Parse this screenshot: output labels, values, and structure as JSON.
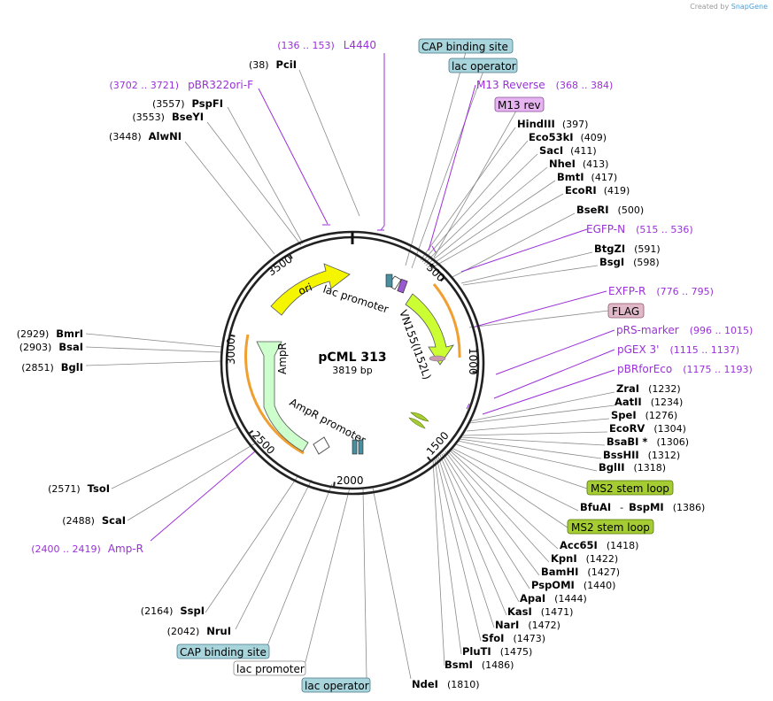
{
  "watermark": {
    "prefix": "Created by",
    "brand": "SnapGene"
  },
  "plasmid": {
    "name": "pCML 313",
    "length_label": "3819 bp"
  },
  "ticks": [
    "500",
    "1000",
    "1500",
    "2000",
    "2500",
    "3000",
    "3500"
  ],
  "features": {
    "ori": "ori",
    "lac_promoter": "lac promoter",
    "vn155": "VN155(I152L)",
    "ampr": "AmpR",
    "ampr_promoter": "AmpR promoter"
  },
  "sites": {
    "pcil": {
      "name": "PciI",
      "pos": "(38)"
    },
    "pspfi": {
      "name": "PspFI",
      "pos": "(3557)"
    },
    "bseyi": {
      "name": "BseYI",
      "pos": "(3553)"
    },
    "alwni": {
      "name": "AlwNI",
      "pos": "(3448)"
    },
    "hindiii": {
      "name": "HindIII",
      "pos": "(397)"
    },
    "eco53ki": {
      "name": "Eco53kI",
      "pos": "(409)"
    },
    "saci": {
      "name": "SacI",
      "pos": "(411)"
    },
    "nhei": {
      "name": "NheI",
      "pos": "(413)"
    },
    "bmti": {
      "name": "BmtI",
      "pos": "(417)"
    },
    "ecori": {
      "name": "EcoRI",
      "pos": "(419)"
    },
    "bseri": {
      "name": "BseRI",
      "pos": "(500)"
    },
    "btgzi": {
      "name": "BtgZI",
      "pos": "(591)"
    },
    "bsgi": {
      "name": "BsgI",
      "pos": "(598)"
    },
    "zrai": {
      "name": "ZraI",
      "pos": "(1232)"
    },
    "aatii": {
      "name": "AatII",
      "pos": "(1234)"
    },
    "spei": {
      "name": "SpeI",
      "pos": "(1276)"
    },
    "ecorv": {
      "name": "EcoRV",
      "pos": "(1304)"
    },
    "bsabi": {
      "name": "BsaBI *",
      "pos": "(1306)"
    },
    "bsshii": {
      "name": "BssHII",
      "pos": "(1312)"
    },
    "bglii": {
      "name": "BglII",
      "pos": "(1318)"
    },
    "bfuai": {
      "name": "BfuAI",
      "sep": "-",
      "name2": "BspMI",
      "pos": "(1386)"
    },
    "acc65i": {
      "name": "Acc65I",
      "pos": "(1418)"
    },
    "kpni": {
      "name": "KpnI",
      "pos": "(1422)"
    },
    "bamhi": {
      "name": "BamHI",
      "pos": "(1427)"
    },
    "pspomi": {
      "name": "PspOMI",
      "pos": "(1440)"
    },
    "apai": {
      "name": "ApaI",
      "pos": "(1444)"
    },
    "kasi": {
      "name": "KasI",
      "pos": "(1471)"
    },
    "nari": {
      "name": "NarI",
      "pos": "(1472)"
    },
    "sfoi": {
      "name": "SfoI",
      "pos": "(1473)"
    },
    "pluti": {
      "name": "PluTI",
      "pos": "(1475)"
    },
    "bsmi": {
      "name": "BsmI",
      "pos": "(1486)"
    },
    "ndei": {
      "name": "NdeI",
      "pos": "(1810)"
    },
    "nrui": {
      "name": "NruI",
      "pos": "(2042)"
    },
    "sspi": {
      "name": "SspI",
      "pos": "(2164)"
    },
    "scai": {
      "name": "ScaI",
      "pos": "(2488)"
    },
    "tsoi": {
      "name": "TsoI",
      "pos": "(2571)"
    },
    "bgli": {
      "name": "BglI",
      "pos": "(2851)"
    },
    "bsai": {
      "name": "BsaI",
      "pos": "(2903)"
    },
    "bmri": {
      "name": "BmrI",
      "pos": "(2929)"
    }
  },
  "primers": {
    "l4440": {
      "name": "L4440",
      "pos": "(136 .. 153)"
    },
    "pbr322ori": {
      "name": "pBR322ori-F",
      "pos": "(3702 .. 3721)"
    },
    "m13rev": {
      "name": "M13 Reverse",
      "pos": "(368 .. 384)"
    },
    "egfpn": {
      "name": "EGFP-N",
      "pos": "(515 .. 536)"
    },
    "exfpr": {
      "name": "EXFP-R",
      "pos": "(776 .. 795)"
    },
    "prsmarker": {
      "name": "pRS-marker",
      "pos": "(996 .. 1015)"
    },
    "pgex3": {
      "name": "pGEX 3'",
      "pos": "(1115 .. 1137)"
    },
    "pbrforeco": {
      "name": "pBRforEco",
      "pos": "(1175 .. 1193)"
    },
    "ampr": {
      "name": "Amp-R",
      "pos": "(2400 .. 2419)"
    }
  },
  "boxes": {
    "cap_top": "CAP binding site",
    "lacop_top": "lac operator",
    "m13rev": "M13 rev",
    "flag": "FLAG",
    "ms2_1": "MS2 stem loop",
    "ms2_2": "MS2 stem loop",
    "cap_bottom": "CAP binding site",
    "lacprom_bottom": "lac promoter",
    "lacop_bottom": "lac operator"
  },
  "colors": {
    "primer": "#9b30d9",
    "ori": "#f5f500",
    "vn155": "#ccff33",
    "ampr": "#ccffcc",
    "highlight": "#f0a030",
    "cap_box": "#a8d4dc",
    "m13_box": "#e6b4f0",
    "flag_box": "#e0b8c8",
    "ms2_box": "#a6cc33"
  }
}
